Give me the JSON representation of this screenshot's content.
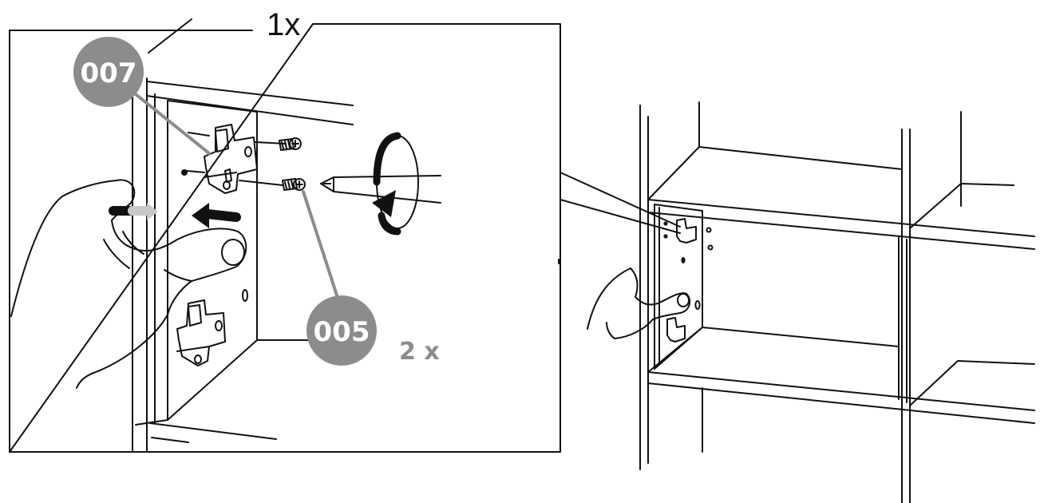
{
  "detail_view": {
    "quantity_label": "1x",
    "repeat_label": "2 x",
    "callouts": [
      {
        "part_number": "007"
      },
      {
        "part_number": "005"
      }
    ]
  },
  "colors": {
    "line": "#111111",
    "callout_fill": "#8c8c8c",
    "callout_text": "#ffffff",
    "arrow_light": "#c8c8c8"
  },
  "icons": [
    "hinge-plate-icon",
    "screw-icon",
    "screwdriver-icon",
    "rotate-arrow-icon",
    "push-arrow-icon",
    "hand-icon"
  ]
}
